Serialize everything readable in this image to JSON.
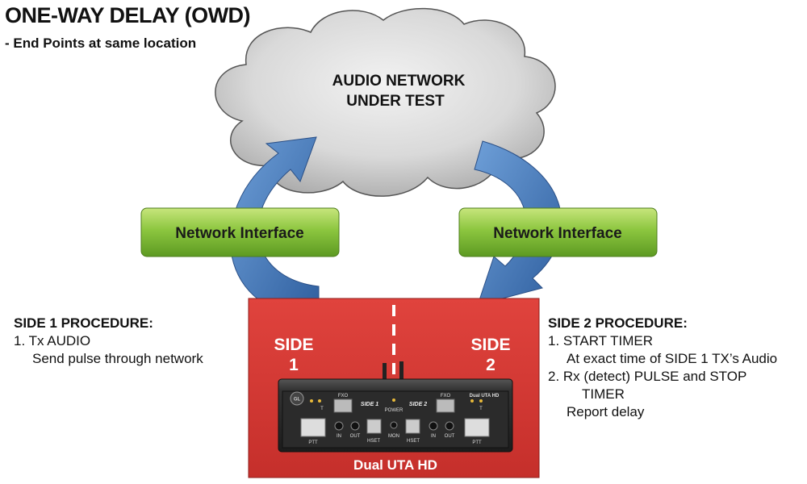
{
  "title": "ONE-WAY DELAY (OWD)",
  "subtitle": "- End Points at same location",
  "cloud": {
    "line1": "AUDIO NETWORK",
    "line2": "UNDER TEST"
  },
  "network_interfaces": [
    {
      "label": "Network Interface"
    },
    {
      "label": "Network Interface"
    }
  ],
  "device": {
    "side1_line1": "SIDE",
    "side1_line2": "1",
    "side2_line1": "SIDE",
    "side2_line2": "2",
    "label": "Dual UTA HD",
    "panel": {
      "logo": "GL",
      "fxo_left": "FXO",
      "fxo_right": "FXO",
      "side1": "SIDE 1",
      "side2": "SIDE 2",
      "power": "POWER",
      "mon": "MON",
      "model": "Dual UTA HD",
      "ptt_left": "PTT",
      "ptt_right": "PTT",
      "in_left": "IN",
      "out_left": "OUT",
      "hset_left": "HSET",
      "hset_right": "HSET",
      "in_right": "IN",
      "out_right": "OUT",
      "t_left": "T",
      "t_right": "T"
    }
  },
  "side1_procedure": {
    "heading": "SIDE 1 PROCEDURE:",
    "step1": "1. Tx  AUDIO",
    "step1_detail": "Send pulse through network"
  },
  "side2_procedure": {
    "heading": "SIDE 2 PROCEDURE:",
    "step1": "1. START TIMER",
    "step1_detail": "At exact time of SIDE 1 TX’s Audio",
    "step2": "2. Rx (detect) PULSE and STOP",
    "step2_cont": "TIMER",
    "step2_detail": "Report delay"
  },
  "colors": {
    "cloud_fill": "#d6d6d6",
    "arrow_blue": "#3d73b5",
    "ni_green": "#7db83a",
    "device_red": "#d93b37",
    "panel_dark": "#2a2a2a"
  }
}
